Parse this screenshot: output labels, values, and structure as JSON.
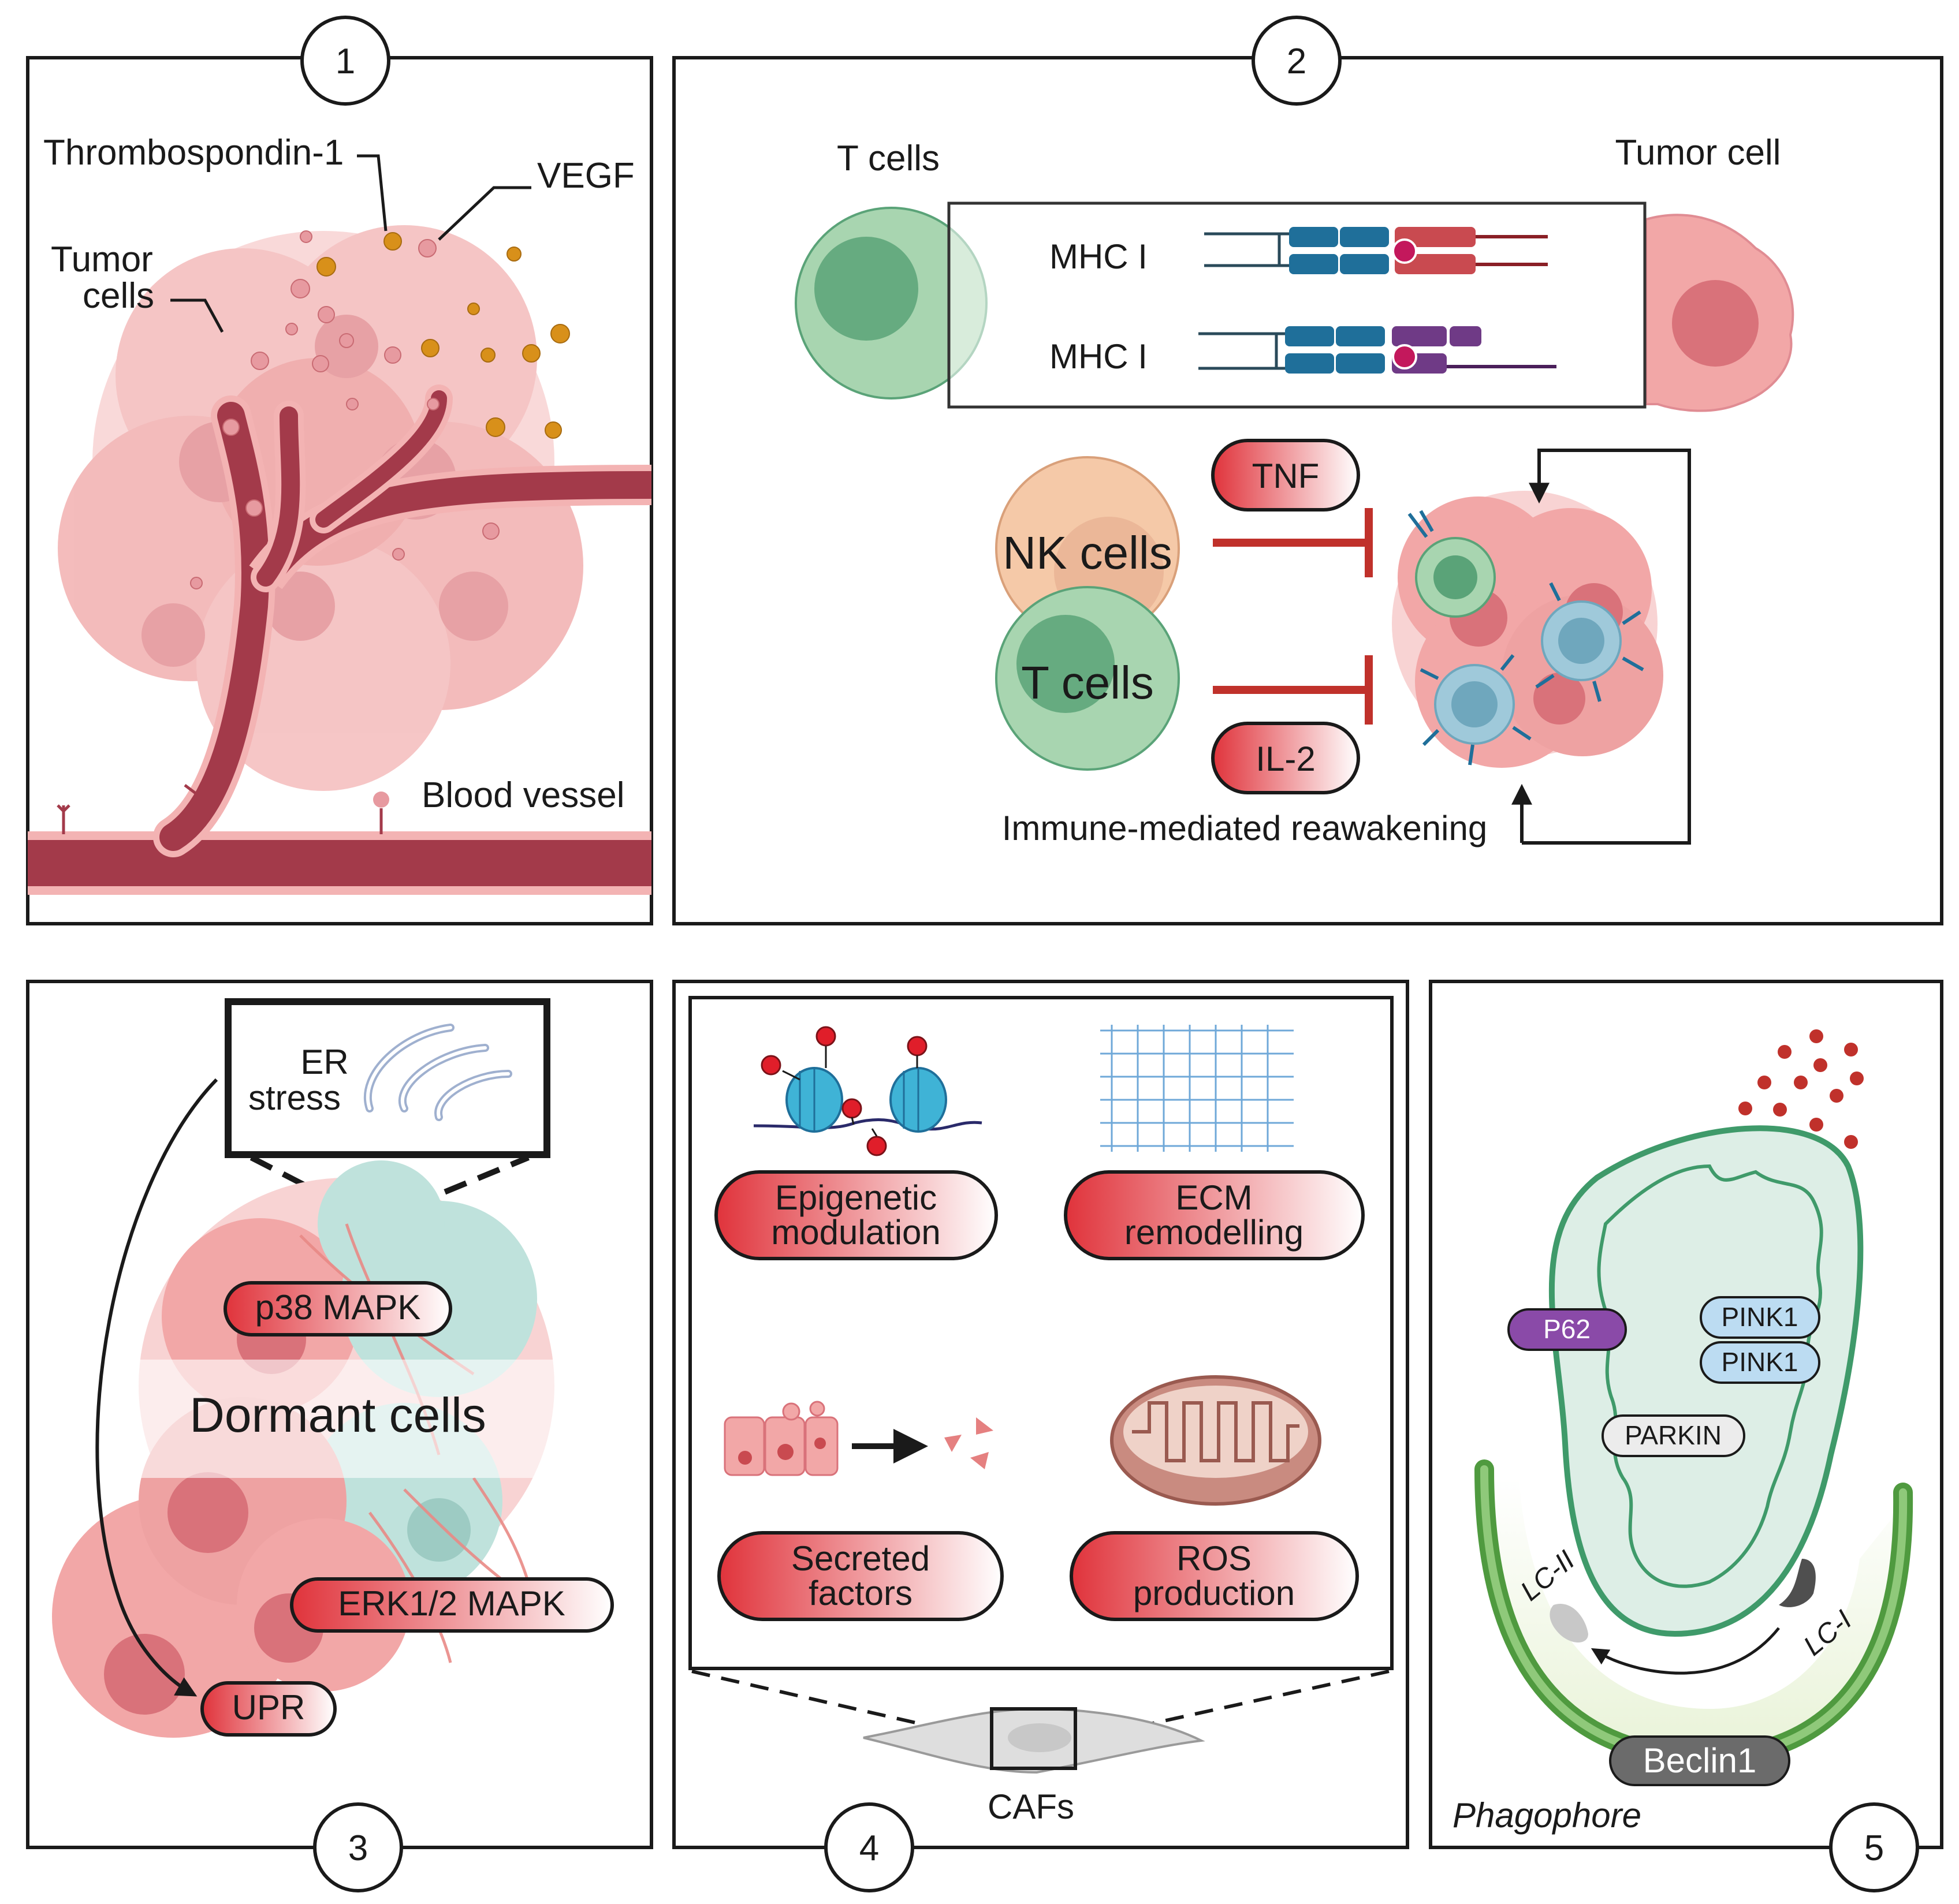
{
  "colors": {
    "border": "#1a1a1a",
    "vessel_dark": "#a33a4a",
    "vessel_light": "#f3b3b3",
    "tumor": "#f2a7a7",
    "tumor_dark": "#d9727a",
    "tcell": "#a8d5b0",
    "tcell_dark": "#5aa378",
    "nkcell": "#f5c9a8",
    "inhibit": "#c0312b",
    "vegf": "#e79aa0",
    "tsp1": "#d8901a",
    "pill_red": "#e0333b",
    "mhc_blue": "#1f6f9a",
    "mhc_red": "#c94a50",
    "mhc_purple": "#6f3a86",
    "dendritic": "#9fc9da",
    "mito_green": "#3f9a6a",
    "phagophore": "#6fae5c",
    "p62": "#8a4aa8",
    "pink1": "#bcdcf2",
    "beclin": "#6b6b6b"
  },
  "panel1": {
    "number": "1",
    "thrombospondin": "Thrombospondin-1",
    "vegf": "VEGF",
    "tumor_line1": "Tumor",
    "tumor_line2": "cells",
    "blood_vessel": "Blood vessel"
  },
  "panel2": {
    "number": "2",
    "t_cells_top": "T cells",
    "tumor_cell": "Tumor cell",
    "mhc1_a": "MHC I",
    "mhc1_b": "MHC I",
    "tnf": "TNF",
    "il2": "IL-2",
    "nk_cells": "NK cells",
    "t_cells": "T cells",
    "reawakening": "Immune-mediated reawakening"
  },
  "panel3": {
    "number": "3",
    "er_line1": "ER",
    "er_line2": "stress",
    "p38": "p38 MAPK",
    "dormant": "Dormant cells",
    "erk": "ERK1/2 MAPK",
    "upr": "UPR"
  },
  "panel4": {
    "number": "4",
    "epi_line1": "Epigenetic",
    "epi_line2": "modulation",
    "ecm_line1": "ECM",
    "ecm_line2": "remodelling",
    "sec_line1": "Secreted",
    "sec_line2": "factors",
    "ros_line1": "ROS",
    "ros_line2": "production",
    "cafs": "CAFs"
  },
  "panel5": {
    "number": "5",
    "p62": "P62",
    "pink1_a": "PINK1",
    "pink1_b": "PINK1",
    "parkin": "PARKIN",
    "lc2": "LC-II",
    "lc1": "LC-I",
    "beclin": "Beclin1",
    "phagophore": "Phagophore"
  }
}
